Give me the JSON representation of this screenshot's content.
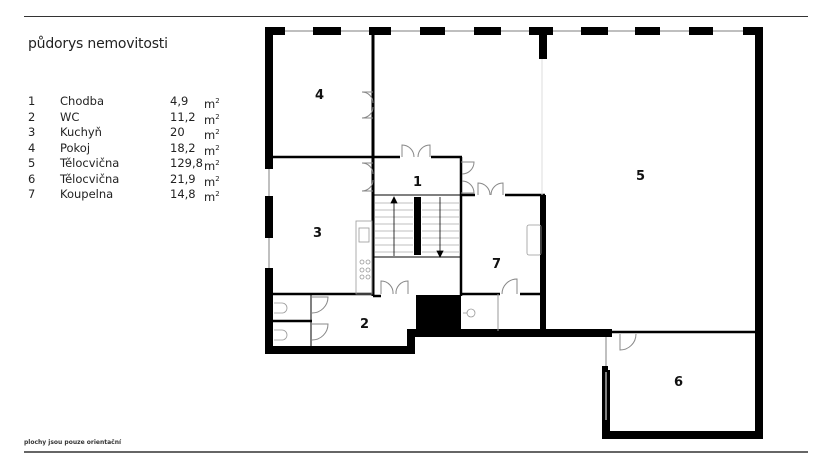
{
  "page": {
    "title": "půdorys nemovitosti",
    "footnote": "plochy jsou pouze orientační"
  },
  "legend": {
    "unit": "m",
    "unit_exponent": "2",
    "rooms": [
      {
        "number": "1",
        "name": "Chodba",
        "area": "4,9"
      },
      {
        "number": "2",
        "name": "WC",
        "area": "11,2"
      },
      {
        "number": "3",
        "name": "Kuchyň",
        "area": "20"
      },
      {
        "number": "4",
        "name": "Pokoj",
        "area": "18,2"
      },
      {
        "number": "5",
        "name": "Tělocvična",
        "area": "129,8"
      },
      {
        "number": "6",
        "name": "Tělocvična",
        "area": "21,9"
      },
      {
        "number": "7",
        "name": "Koupelna",
        "area": "14,8"
      }
    ]
  },
  "plan": {
    "room_labels": [
      "1",
      "2",
      "3",
      "4",
      "5",
      "6",
      "7"
    ],
    "colors": {
      "wall": "#000000",
      "window": "#aaaaaa",
      "door": "#888888",
      "fixture": "#999999"
    }
  }
}
